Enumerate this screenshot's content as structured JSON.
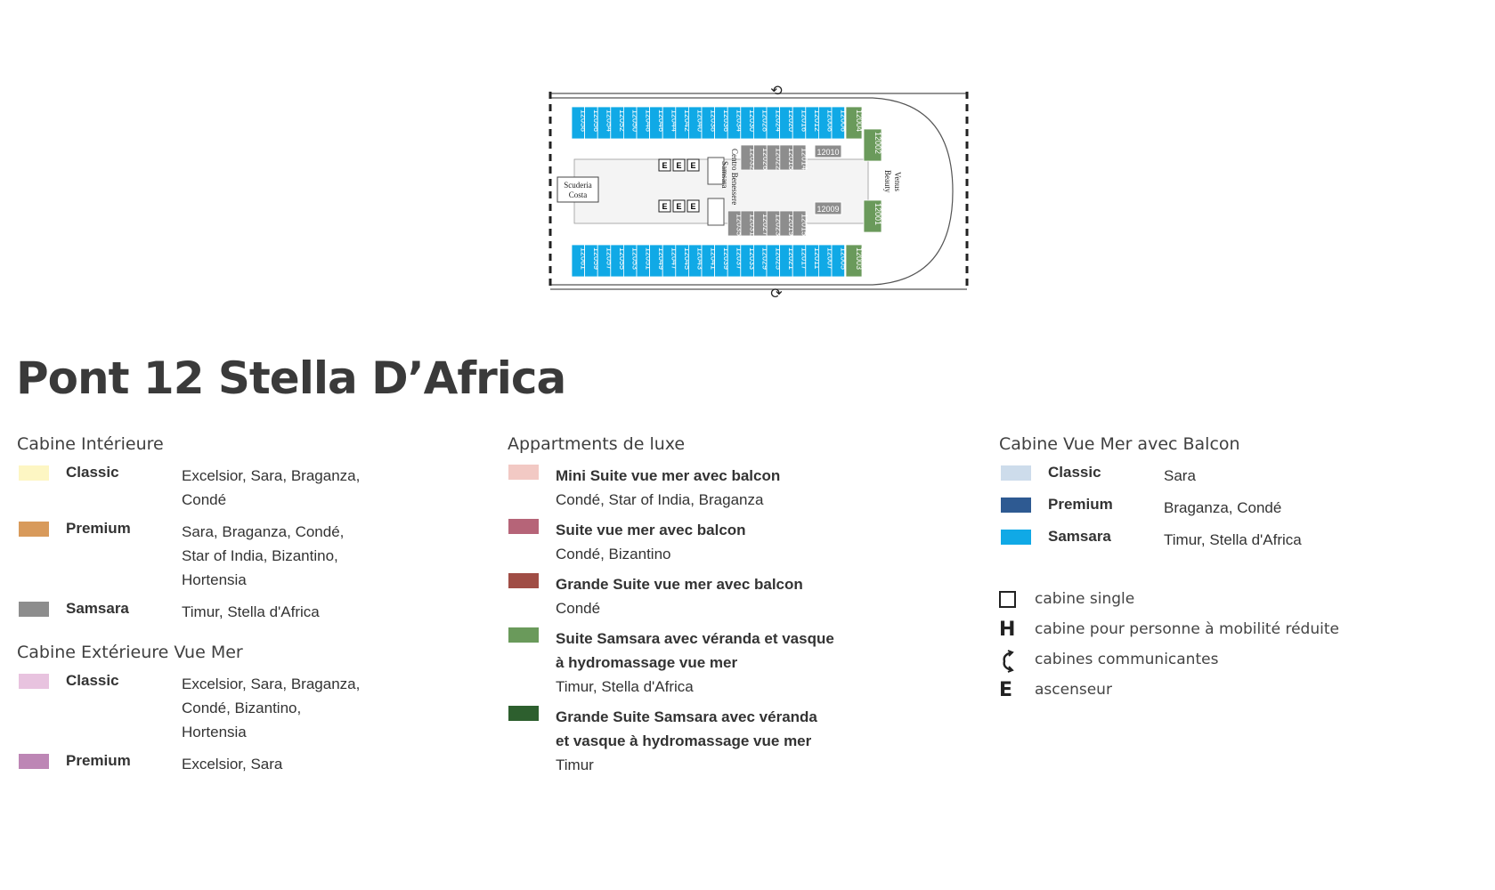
{
  "title": "Pont 12 Stella D’Africa",
  "plan": {
    "top_cabins": [
      "12058",
      "12056",
      "12054",
      "12052",
      "12050",
      "12048",
      "12046",
      "12044",
      "12042",
      "12040",
      "12038",
      "12036",
      "12034",
      "12030",
      "12028",
      "12024",
      "12020",
      "12016",
      "12012",
      "12008",
      "12006"
    ],
    "bottom_cabins": [
      "12061",
      "12059",
      "12057",
      "12055",
      "12053",
      "12051",
      "12049",
      "12047",
      "12045",
      "12043",
      "12041",
      "12039",
      "12037",
      "12033",
      "12029",
      "12025",
      "12021",
      "12017",
      "12011",
      "12007",
      "12005"
    ],
    "grey_top": [
      "12032",
      "12026",
      "12022",
      "12018",
      "12014"
    ],
    "grey_top_end": "12010",
    "grey_bottom": [
      "12035",
      "12031",
      "12027",
      "12023",
      "12019",
      "12015"
    ],
    "grey_bottom_end": "12009",
    "suites_green": [
      "12004",
      "12002",
      "12001",
      "12003"
    ],
    "labels": {
      "scuderia": [
        "Scuderia",
        "Costa"
      ],
      "centro": [
        "Centro Benessere",
        "Samsara"
      ],
      "venus": [
        "Venus",
        "Beauty"
      ],
      "lift": "E"
    }
  },
  "legend": {
    "interior": {
      "heading": "Cabine Intérieure",
      "rows": [
        {
          "name": "Classic",
          "color": "#fdf6c3",
          "ships": [
            "Excelsior, Sara, Braganza,",
            "Condé"
          ]
        },
        {
          "name": "Premium",
          "color": "#d89a5b",
          "ships": [
            "Sara, Braganza, Condé,",
            "Star of India, Bizantino,",
            "Hortensia"
          ]
        },
        {
          "name": "Samsara",
          "color": "#8d8d8d",
          "ships": [
            "Timur, Stella d'Africa"
          ]
        }
      ]
    },
    "exterior": {
      "heading": "Cabine Extérieure Vue Mer",
      "rows": [
        {
          "name": "Classic",
          "color": "#e8c3df",
          "ships": [
            "Excelsior, Sara, Braganza,",
            "Condé, Bizantino,",
            "Hortensia"
          ]
        },
        {
          "name": "Premium",
          "color": "#bd86b5",
          "ships": [
            "Excelsior, Sara"
          ]
        }
      ]
    },
    "luxury": {
      "heading": "Appartments de luxe",
      "rows": [
        {
          "name": [
            "Mini Suite vue mer avec balcon"
          ],
          "color": "#f2c9c4",
          "ships": "Condé, Star of India, Braganza"
        },
        {
          "name": [
            "Suite vue mer avec balcon"
          ],
          "color": "#b66478",
          "ships": "Condé, Bizantino"
        },
        {
          "name": [
            "Grande Suite vue mer avec balcon"
          ],
          "color": "#a04d45",
          "ships": "Condé"
        },
        {
          "name": [
            "Suite Samsara avec véranda et vasque",
            "à hydromassage vue mer"
          ],
          "color": "#6a9a5b",
          "ships": "Timur, Stella d'Africa"
        },
        {
          "name": [
            "Grande Suite Samsara avec véranda",
            "et vasque à hydromassage vue mer"
          ],
          "color": "#2d5f2e",
          "ships": "Timur"
        }
      ]
    },
    "balcony": {
      "heading": "Cabine Vue Mer avec Balcon",
      "rows": [
        {
          "name": "Classic",
          "color": "#cddceb",
          "ships": [
            "Sara"
          ]
        },
        {
          "name": "Premium",
          "color": "#2e5a92",
          "ships": [
            "Braganza, Condé"
          ]
        },
        {
          "name": "Samsara",
          "color": "#10a9e6",
          "ships": [
            "Timur, Stella d'Africa"
          ]
        }
      ]
    },
    "symbols": [
      {
        "icon": "box",
        "glyph": "",
        "label": "cabine single"
      },
      {
        "icon": "H",
        "glyph": "H",
        "label": "cabine pour personne à mobilité réduite"
      },
      {
        "icon": "connecting",
        "glyph": "",
        "label": "cabines communicantes"
      },
      {
        "icon": "E",
        "glyph": "E",
        "label": "ascenseur"
      }
    ]
  }
}
